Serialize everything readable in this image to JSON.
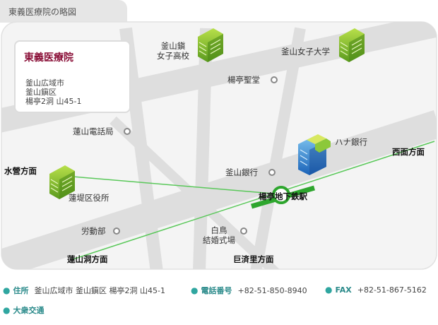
{
  "header": {
    "title": "東義医療院の略図"
  },
  "hospital": {
    "name": "東義医療院",
    "address": [
      "釜山広域市",
      "釜山鎭区",
      "楊亭2洞 山45-1"
    ]
  },
  "landmarks": {
    "school1": [
      "釜山鎭",
      "女子高校"
    ],
    "school2": "釜山女子大学",
    "church": "楊亭聖堂",
    "phone_office": "蓮山電話局",
    "hana_bank": "ハナ銀行",
    "west_direction": "西面方面",
    "suyeong_direction": "水營方面",
    "busan_bank": "釜山銀行",
    "station": "楊亭地下鉄駅",
    "district_office": "蓮堤区役所",
    "labor_office": "労動部",
    "wedding_hall": [
      "白鳥",
      "結婚式場"
    ],
    "yeonsan_direction": "蓮山洞方面",
    "geoje_direction": "巨済里方面"
  },
  "footer": {
    "address_label": "住所",
    "address_value": "釜山広域市 釜山鎭区 楊亭2洞 山45-1",
    "phone_label": "電話番号",
    "phone_value": "+82-51-850-8940",
    "fax_label": "FAX",
    "fax_value": "+82-51-867-5162",
    "transit_label": "大衆交通"
  },
  "colors": {
    "road": "#e3e3e3",
    "line2": "#5ac85a",
    "line2_dark": "#2ea62e",
    "accent": "#2fa6a0",
    "hospital_name": "#8a1038"
  },
  "icons": [
    "building-icon",
    "hospital-building-icon",
    "landmark-circle-icon",
    "station-marker-icon",
    "bullet-icon"
  ]
}
